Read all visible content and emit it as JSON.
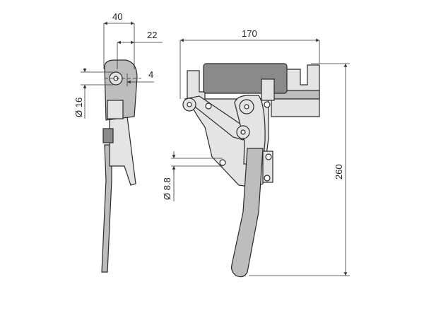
{
  "dimensions": {
    "side_width": "40",
    "side_offset": "22",
    "pin_offset": "4",
    "pin_diameter": "Ø 16",
    "front_width": "170",
    "hole_diameter": "Ø 8.8",
    "front_height": "260"
  },
  "colors": {
    "line": "#2a2a2a",
    "light_fill": "#e4e4e4",
    "mid_fill": "#bdbdbd",
    "dark_fill": "#8a8a8a"
  }
}
